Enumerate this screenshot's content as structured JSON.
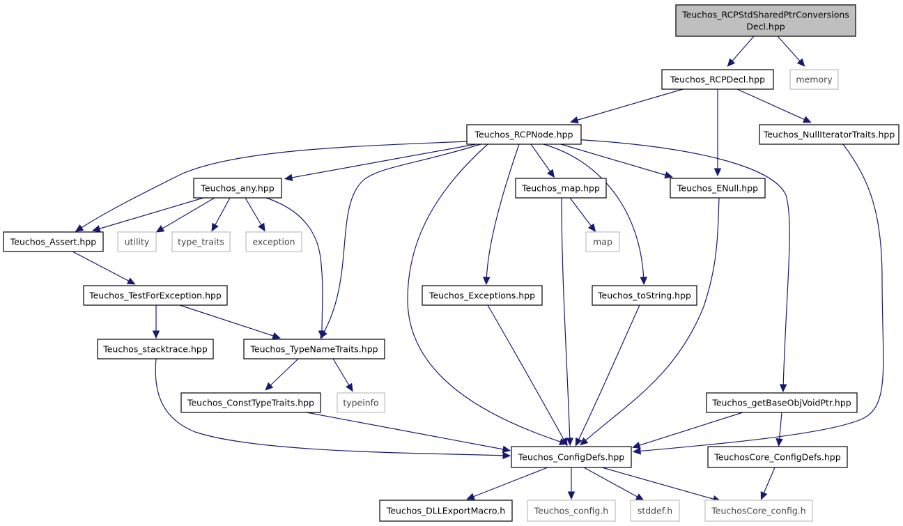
{
  "graph": {
    "nodes": [
      {
        "id": "root",
        "lines": [
          "Teuchos_RCPStdSharedPtrConversions",
          "Decl.hpp"
        ],
        "kind": "root"
      },
      {
        "id": "rcpdecl",
        "lines": [
          "Teuchos_RCPDecl.hpp"
        ],
        "kind": "file"
      },
      {
        "id": "memory",
        "lines": [
          "memory"
        ],
        "kind": "ext"
      },
      {
        "id": "rcpnode",
        "lines": [
          "Teuchos_RCPNode.hpp"
        ],
        "kind": "file"
      },
      {
        "id": "nulliter",
        "lines": [
          "Teuchos_NullIteratorTraits.hpp"
        ],
        "kind": "file"
      },
      {
        "id": "any",
        "lines": [
          "Teuchos_any.hpp"
        ],
        "kind": "file"
      },
      {
        "id": "map_hpp",
        "lines": [
          "Teuchos_map.hpp"
        ],
        "kind": "file"
      },
      {
        "id": "enull",
        "lines": [
          "Teuchos_ENull.hpp"
        ],
        "kind": "file"
      },
      {
        "id": "assert",
        "lines": [
          "Teuchos_Assert.hpp"
        ],
        "kind": "file"
      },
      {
        "id": "utility",
        "lines": [
          "utility"
        ],
        "kind": "ext"
      },
      {
        "id": "type_traits",
        "lines": [
          "type_traits"
        ],
        "kind": "ext"
      },
      {
        "id": "exception",
        "lines": [
          "exception"
        ],
        "kind": "ext"
      },
      {
        "id": "map",
        "lines": [
          "map"
        ],
        "kind": "ext"
      },
      {
        "id": "testforexc",
        "lines": [
          "Teuchos_TestForException.hpp"
        ],
        "kind": "file"
      },
      {
        "id": "exceptions",
        "lines": [
          "Teuchos_Exceptions.hpp"
        ],
        "kind": "file"
      },
      {
        "id": "tostring",
        "lines": [
          "Teuchos_toString.hpp"
        ],
        "kind": "file"
      },
      {
        "id": "stacktrace",
        "lines": [
          "Teuchos_stacktrace.hpp"
        ],
        "kind": "file"
      },
      {
        "id": "typenametraits",
        "lines": [
          "Teuchos_TypeNameTraits.hpp"
        ],
        "kind": "file"
      },
      {
        "id": "consttypetraits",
        "lines": [
          "Teuchos_ConstTypeTraits.hpp"
        ],
        "kind": "file"
      },
      {
        "id": "typeinfo",
        "lines": [
          "typeinfo"
        ],
        "kind": "ext"
      },
      {
        "id": "getbaseobj",
        "lines": [
          "Teuchos_getBaseObjVoidPtr.hpp"
        ],
        "kind": "file"
      },
      {
        "id": "configdefs",
        "lines": [
          "Teuchos_ConfigDefs.hpp"
        ],
        "kind": "file"
      },
      {
        "id": "coreconfigdefs",
        "lines": [
          "TeuchosCore_ConfigDefs.hpp"
        ],
        "kind": "file"
      },
      {
        "id": "dllexport",
        "lines": [
          "Teuchos_DLLExportMacro.h"
        ],
        "kind": "file"
      },
      {
        "id": "config_h",
        "lines": [
          "Teuchos_config.h"
        ],
        "kind": "ext"
      },
      {
        "id": "stddef",
        "lines": [
          "stddef.h"
        ],
        "kind": "ext"
      },
      {
        "id": "coreconfig_h",
        "lines": [
          "TeuchosCore_config.h"
        ],
        "kind": "ext"
      }
    ],
    "edges": [
      {
        "from": "root",
        "to": "rcpdecl"
      },
      {
        "from": "root",
        "to": "memory"
      },
      {
        "from": "rcpdecl",
        "to": "rcpnode"
      },
      {
        "from": "rcpdecl",
        "to": "enull"
      },
      {
        "from": "rcpdecl",
        "to": "nulliter"
      },
      {
        "from": "rcpnode",
        "to": "any"
      },
      {
        "from": "rcpnode",
        "to": "assert"
      },
      {
        "from": "rcpnode",
        "to": "typenametraits"
      },
      {
        "from": "rcpnode",
        "to": "configdefs"
      },
      {
        "from": "rcpnode",
        "to": "exceptions"
      },
      {
        "from": "rcpnode",
        "to": "map_hpp"
      },
      {
        "from": "rcpnode",
        "to": "tostring"
      },
      {
        "from": "rcpnode",
        "to": "enull"
      },
      {
        "from": "rcpnode",
        "to": "getbaseobj"
      },
      {
        "from": "nulliter",
        "to": "configdefs"
      },
      {
        "from": "any",
        "to": "assert"
      },
      {
        "from": "any",
        "to": "utility"
      },
      {
        "from": "any",
        "to": "type_traits"
      },
      {
        "from": "any",
        "to": "exception"
      },
      {
        "from": "any",
        "to": "typenametraits"
      },
      {
        "from": "map_hpp",
        "to": "map"
      },
      {
        "from": "map_hpp",
        "to": "configdefs"
      },
      {
        "from": "enull",
        "to": "configdefs"
      },
      {
        "from": "assert",
        "to": "testforexc"
      },
      {
        "from": "testforexc",
        "to": "stacktrace"
      },
      {
        "from": "testforexc",
        "to": "typenametraits"
      },
      {
        "from": "exceptions",
        "to": "configdefs"
      },
      {
        "from": "tostring",
        "to": "configdefs"
      },
      {
        "from": "stacktrace",
        "to": "configdefs"
      },
      {
        "from": "typenametraits",
        "to": "consttypetraits"
      },
      {
        "from": "typenametraits",
        "to": "typeinfo"
      },
      {
        "from": "consttypetraits",
        "to": "configdefs"
      },
      {
        "from": "getbaseobj",
        "to": "configdefs"
      },
      {
        "from": "getbaseobj",
        "to": "coreconfigdefs"
      },
      {
        "from": "configdefs",
        "to": "dllexport"
      },
      {
        "from": "configdefs",
        "to": "config_h"
      },
      {
        "from": "configdefs",
        "to": "stddef"
      },
      {
        "from": "configdefs",
        "to": "coreconfig_h"
      },
      {
        "from": "coreconfigdefs",
        "to": "coreconfig_h"
      }
    ]
  },
  "colors": {
    "edge": "#191970",
    "root_fill": "#bfbfbf",
    "ext_border": "#bfbfbf",
    "node_border": "#000000"
  }
}
